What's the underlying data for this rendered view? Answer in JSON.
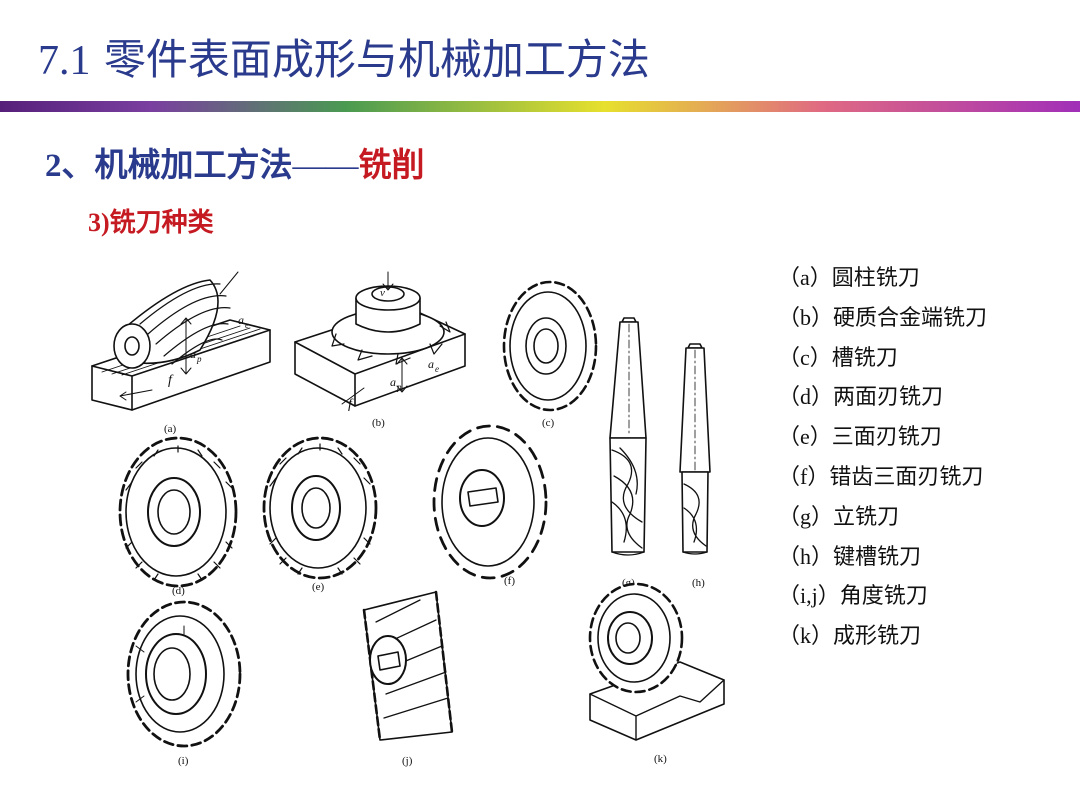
{
  "title": {
    "number": "7.1",
    "text": "零件表面成形与机械加工方法"
  },
  "section": {
    "number": "2",
    "prefix": "、机械加工方法",
    "dash": "——",
    "highlight": "铣削"
  },
  "subtitle": {
    "number": "3)",
    "text": "铣刀种类"
  },
  "colors": {
    "title": "#2a3a8c",
    "accent": "#c61a22"
  },
  "figure": {
    "labels": {
      "a": "(a)",
      "b": "(b)",
      "c": "(c)",
      "d": "(d)",
      "e": "(e)",
      "f": "(f)",
      "g": "(g)",
      "h": "(h)",
      "i": "(i)",
      "j": "(j)",
      "k": "(k)"
    },
    "annotations": {
      "ae": "a",
      "ae_sub": "e",
      "ap": "a",
      "ap_sub": "p",
      "feed": "f",
      "rot": "v"
    }
  },
  "legend": [
    {
      "tag": "（a）",
      "label": "圆柱铣刀"
    },
    {
      "tag": "（b）",
      "label": "硬质合金端铣刀"
    },
    {
      "tag": "（c）",
      "label": "槽铣刀"
    },
    {
      "tag": "（d）",
      "label": "两面刃铣刀"
    },
    {
      "tag": "（e）",
      "label": "三面刃铣刀"
    },
    {
      "tag": "（f）",
      "label": "错齿三面刃铣刀"
    },
    {
      "tag": "（g）",
      "label": "立铣刀"
    },
    {
      "tag": "（h）",
      "label": "键槽铣刀"
    },
    {
      "tag": "（i,j）",
      "label": "角度铣刀"
    },
    {
      "tag": "（k）",
      "label": "成形铣刀"
    }
  ]
}
